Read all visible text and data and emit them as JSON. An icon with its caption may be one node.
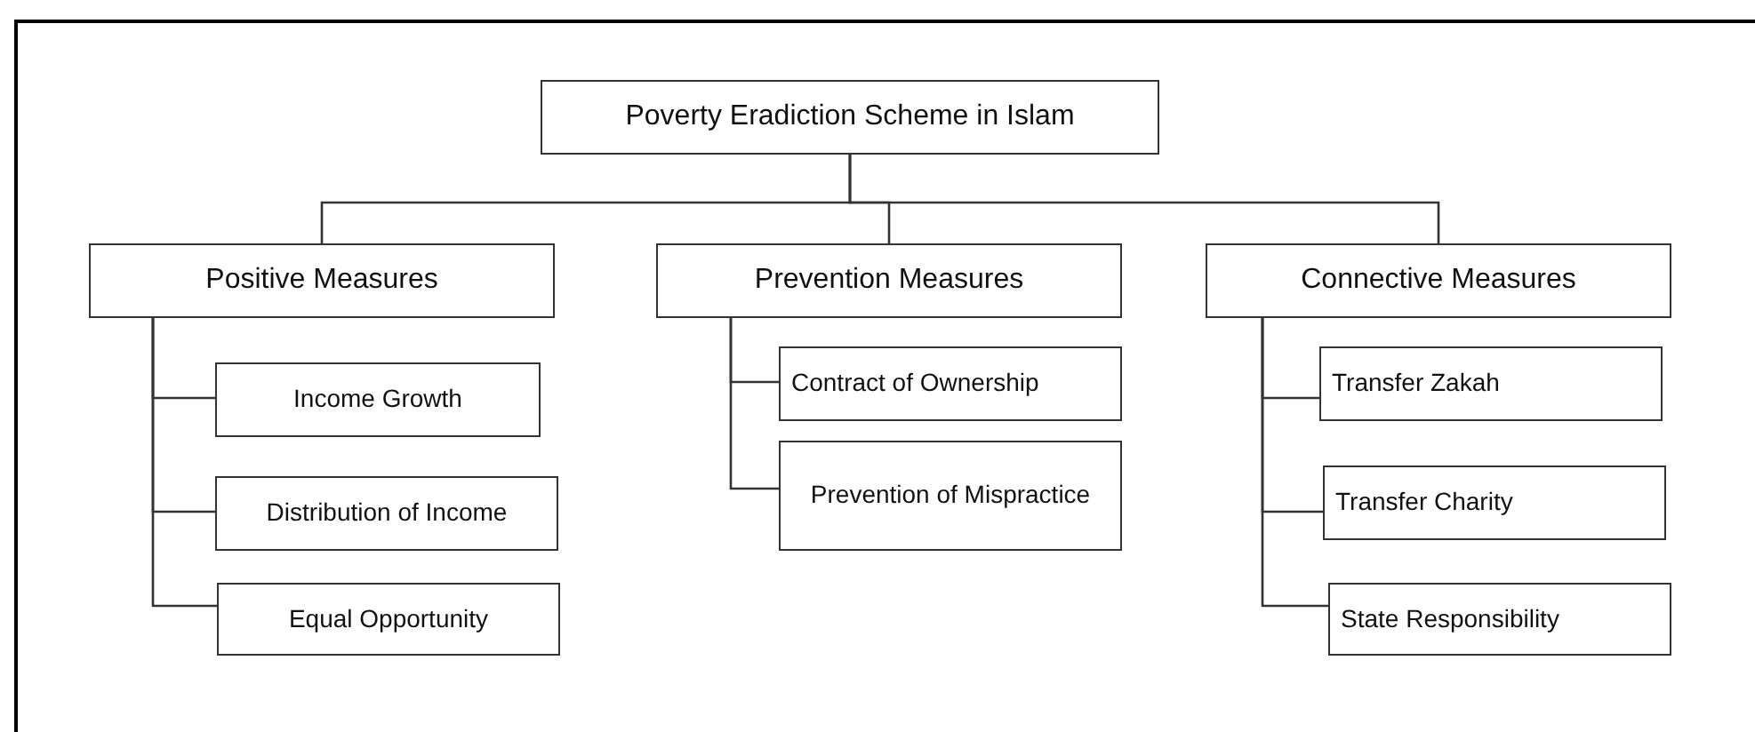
{
  "diagram": {
    "nodes": [
      {
        "text": [
          "Poverty Eradiction Scheme in Islam"
        ]
      },
      {
        "text": [
          "Positive Measures"
        ]
      },
      {
        "text": [
          "Prevention Measures"
        ]
      },
      {
        "text": [
          "Connective Measures"
        ]
      },
      {
        "text": [
          "Income Growth"
        ]
      },
      {
        "text": [
          "Distribution of Income"
        ]
      },
      {
        "text": [
          "Equal Opportunity"
        ]
      },
      {
        "text": [
          "Contract of Ownership"
        ]
      },
      {
        "text": [
          "Prevention of Mispractice"
        ]
      },
      {
        "text": [
          "Transfer Zakah"
        ]
      },
      {
        "text": [
          "Transfer Charity"
        ]
      },
      {
        "text": [
          "State Responsibility"
        ]
      }
    ],
    "edges": [
      {
        "from": 0,
        "to": 1,
        "arrow": "none"
      },
      {
        "from": 0,
        "to": 2,
        "arrow": "none"
      },
      {
        "from": 0,
        "to": 3,
        "arrow": "none"
      },
      {
        "from": 1,
        "to": 4,
        "arrow": "none"
      },
      {
        "from": 1,
        "to": 5,
        "arrow": "none"
      },
      {
        "from": 1,
        "to": 6,
        "arrow": "none"
      },
      {
        "from": 2,
        "to": 7,
        "arrow": "none"
      },
      {
        "from": 2,
        "to": 8,
        "arrow": "none"
      },
      {
        "from": 3,
        "to": 9,
        "arrow": "none"
      },
      {
        "from": 3,
        "to": 10,
        "arrow": "none"
      },
      {
        "from": 3,
        "to": 11,
        "arrow": "none"
      }
    ]
  }
}
